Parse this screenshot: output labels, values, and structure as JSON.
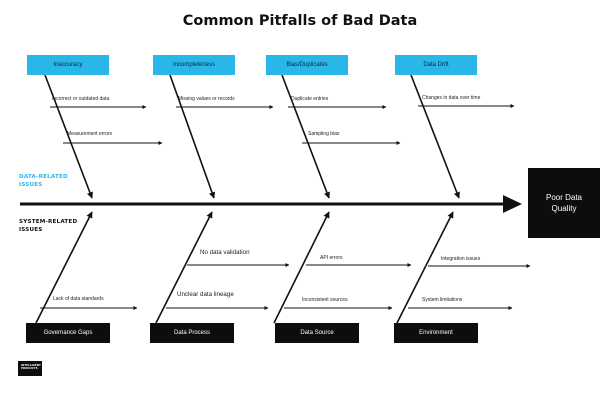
{
  "title": "Common Pitfalls of Bad Data",
  "effect": "Poor Data Quality",
  "sections": {
    "data_related": "DATA-RELATED ISSUES",
    "system_related": "SYSTEM-RELATED ISSUES"
  },
  "categories_top": [
    {
      "label": "Inaccuracy",
      "causes": [
        "Incorrect or outdated data",
        "Measurement errors"
      ]
    },
    {
      "label": "Incompleteness",
      "causes": [
        "Missing values or records"
      ]
    },
    {
      "label": "Bias/Duplicates",
      "causes": [
        "Duplicate entries",
        "Sampling bias"
      ]
    },
    {
      "label": "Data Drift",
      "causes": [
        "Changes in data over time"
      ]
    }
  ],
  "categories_bottom": [
    {
      "label": "Governance Gaps",
      "causes": [
        "Lack of data standards"
      ]
    },
    {
      "label": "Data Process",
      "causes": [
        "No data validation",
        "Unclear data lineage"
      ]
    },
    {
      "label": "Data Source",
      "causes": [
        "API errors",
        "Inconsistent sources"
      ]
    },
    {
      "label": "Environment",
      "causes": [
        "Integration issues",
        "System limitations"
      ]
    }
  ],
  "logo": {
    "line1": "INTELLIGENT",
    "line2": "PRODUCTS"
  },
  "colors": {
    "accent": "#29b6e8",
    "dark": "#0d0d0d"
  }
}
